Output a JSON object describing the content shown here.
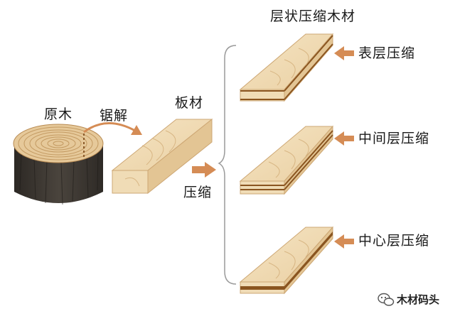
{
  "labels": {
    "log": "原木",
    "sawing": "锯解",
    "board": "板材",
    "compress": "压缩",
    "layered_title": "层状压缩木材",
    "surface": "表层压缩",
    "middle": "中间层压缩",
    "center": "中心层压缩"
  },
  "watermark": {
    "brand": "木材码头",
    "icon": "wechat-icon"
  },
  "colors": {
    "wood_light": "#f0dcb6",
    "wood_mid": "#e2c393",
    "wood_dark": "#a8753b",
    "bark": "#3c3732",
    "arrow": "#d58c55",
    "compressed_band": "#8a5520"
  }
}
